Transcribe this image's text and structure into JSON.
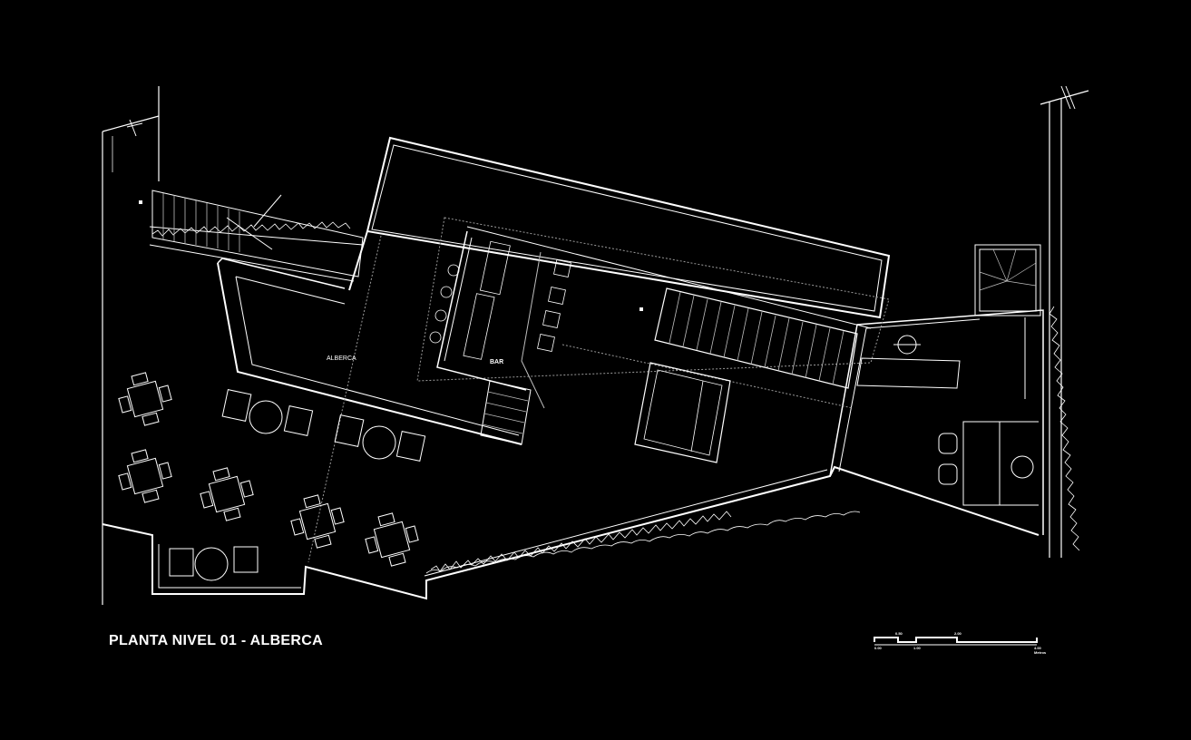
{
  "drawing": {
    "title": "PLANTA   NIVEL 01 - ALBERCA",
    "labels": {
      "pool": "ALBERCA",
      "bar": "BAR"
    },
    "scale_bar": {
      "ticks": [
        "0.00",
        "0.50",
        "1.00",
        "2.00",
        "4.00"
      ],
      "unit": "Metros"
    }
  },
  "colors": {
    "background": "#000000",
    "lines": "#ffffff"
  }
}
